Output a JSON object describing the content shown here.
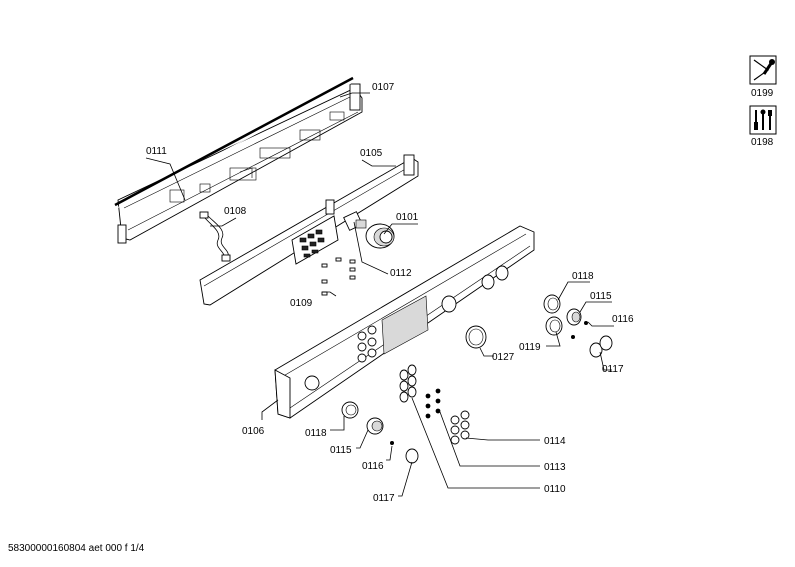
{
  "labels": {
    "p0107": "0107",
    "p0111": "0111",
    "p0105": "0105",
    "p0108": "0108",
    "p0101": "0101",
    "p0112": "0112",
    "p0109": "0109",
    "p0118a": "0118",
    "p0115a": "0115",
    "p0116a": "0116",
    "p0119": "0119",
    "p0117a": "0117",
    "p0127": "0127",
    "p0106": "0106",
    "p0118b": "0118",
    "p0115b": "0115",
    "p0116b": "0116",
    "p0117b": "0117",
    "p0114": "0114",
    "p0113": "0113",
    "p0110": "0110"
  },
  "icons": {
    "service_label": "0199",
    "tools_label": "0198"
  },
  "footer": "58300000160804 aet 000 f 1/4"
}
